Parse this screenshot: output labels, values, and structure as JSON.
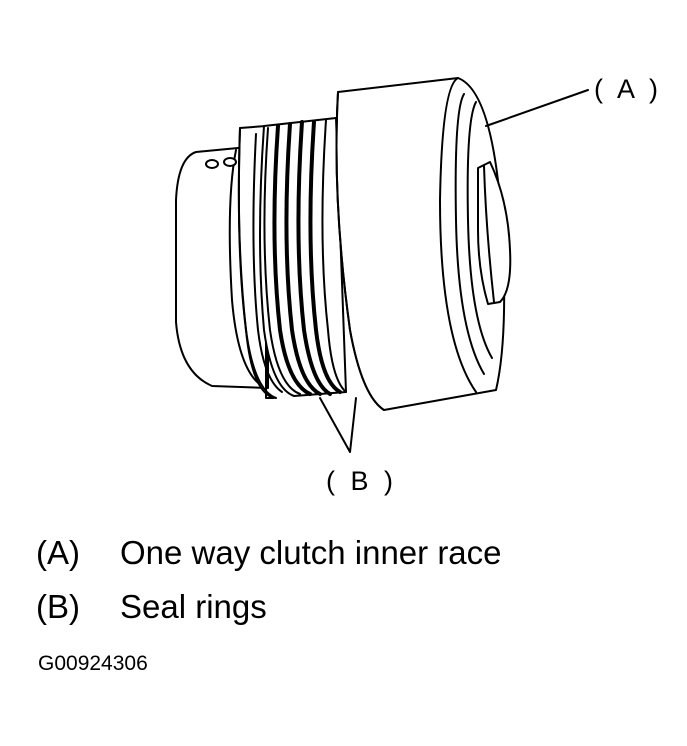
{
  "callouts": {
    "a": "( A )",
    "b": "( B )"
  },
  "legend": [
    {
      "key": "(A)",
      "text": "One way clutch inner race"
    },
    {
      "key": "(B)",
      "text": "Seal rings"
    }
  ],
  "figure_id": "G00924306",
  "colors": {
    "line": "#000000",
    "background": "#ffffff"
  }
}
